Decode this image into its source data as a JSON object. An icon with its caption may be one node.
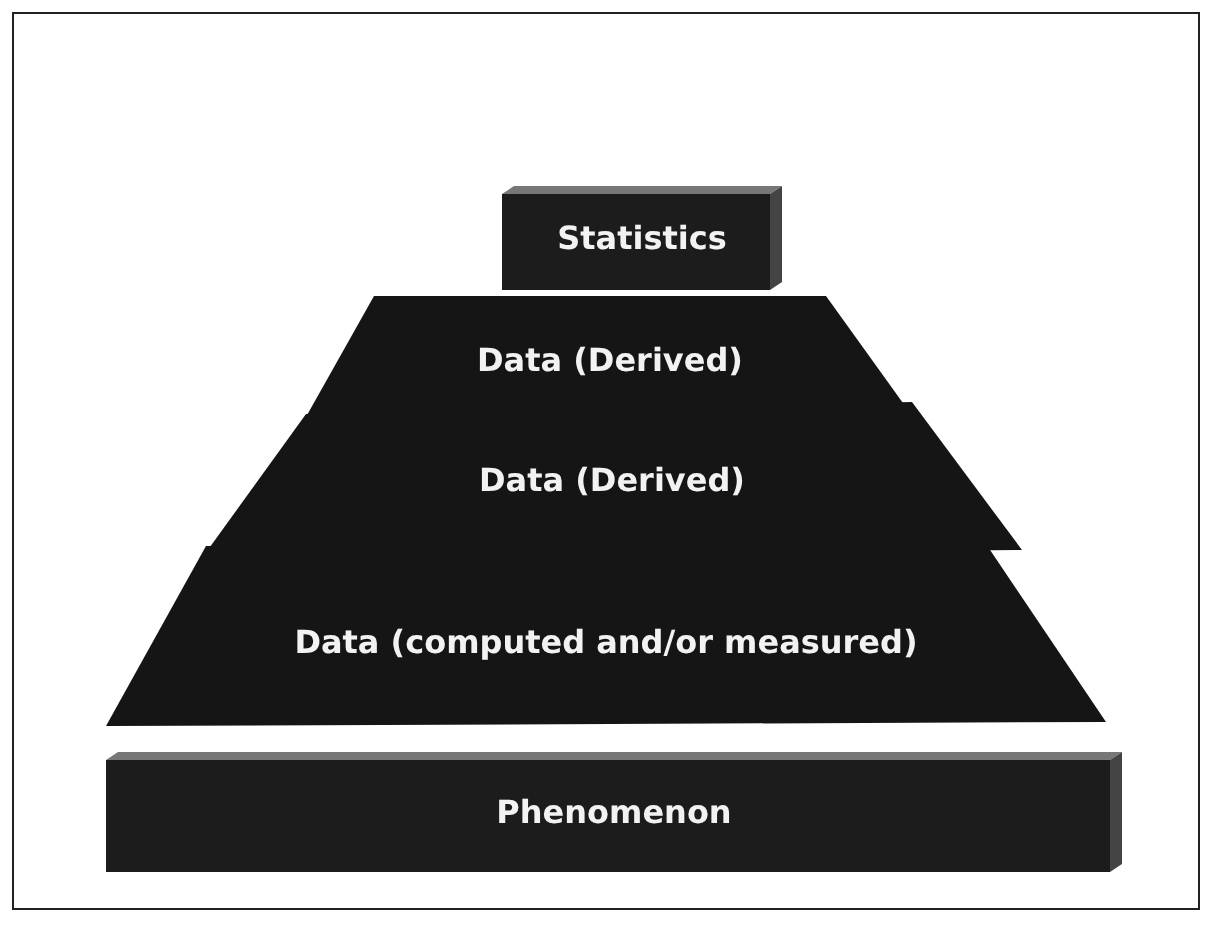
{
  "diagram": {
    "nodes": [
      {
        "text": [
          "Statistics"
        ]
      },
      {
        "text": [
          "Data (Derived)"
        ]
      },
      {
        "text": [
          "Data (Derived)"
        ]
      },
      {
        "text": [
          "Data (computed and/or measured)"
        ]
      },
      {
        "text": [
          "Phenomenon"
        ]
      }
    ]
  }
}
